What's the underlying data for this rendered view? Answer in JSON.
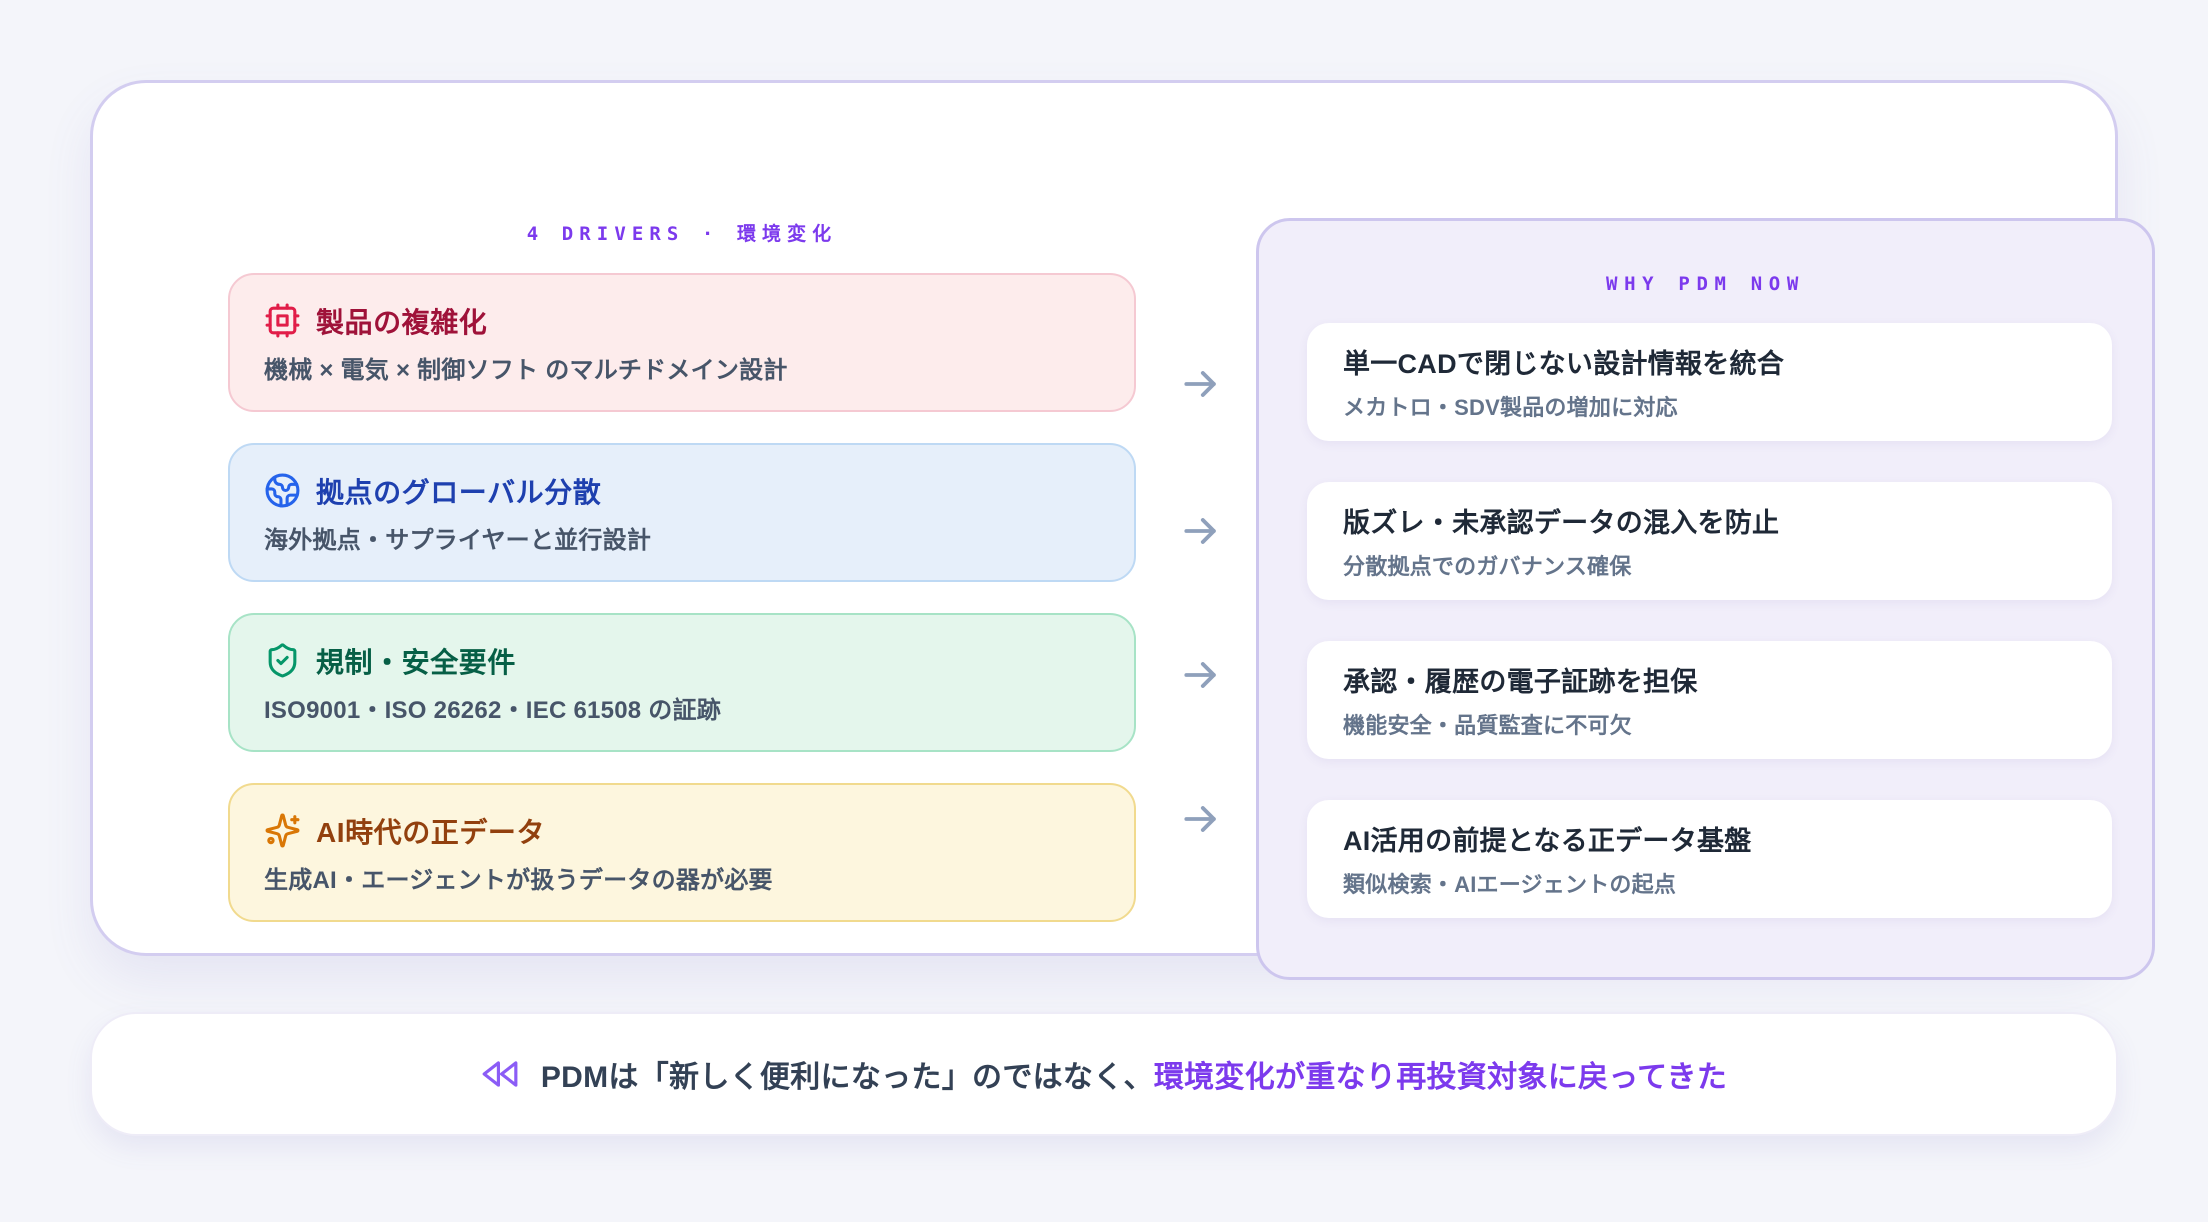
{
  "page": {
    "background": "#f4f5fa",
    "accent_purple": "#7c3aed",
    "arrow_color": "#8fa0bb"
  },
  "main_panel": {
    "drivers": {
      "label": "4 DRIVERS · 環境変化",
      "cards": [
        {
          "icon": "cpu-icon",
          "title": "製品の複雑化",
          "subtitle": "機械 × 電気 × 制御ソフト のマルチドメイン設計",
          "bg": "#fdecec",
          "border": "#f5c9d2",
          "title_color": "#9f1239",
          "icon_color": "#e11d48"
        },
        {
          "icon": "globe-icon",
          "title": "拠点のグローバル分散",
          "subtitle": "海外拠点・サプライヤーと並行設計",
          "bg": "#e6effa",
          "border": "#bed9f4",
          "title_color": "#1e40af",
          "icon_color": "#2563eb"
        },
        {
          "icon": "shield-check-icon",
          "title": "規制・安全要件",
          "subtitle": "ISO9001・ISO 26262・IEC 61508 の証跡",
          "bg": "#e4f6ec",
          "border": "#a7e3c6",
          "title_color": "#065f46",
          "icon_color": "#059669"
        },
        {
          "icon": "sparkles-icon",
          "title": "AI時代の正データ",
          "subtitle": "生成AI・エージェントが扱うデータの器が必要",
          "bg": "#fdf6de",
          "border": "#f1da8e",
          "title_color": "#92400e",
          "icon_color": "#d97706"
        }
      ]
    },
    "why": {
      "label": "WHY PDM NOW",
      "cards": [
        {
          "title": "単一CADで閉じない設計情報を統合",
          "subtitle": "メカトロ・SDV製品の増加に対応"
        },
        {
          "title": "版ズレ・未承認データの混入を防止",
          "subtitle": "分散拠点でのガバナンス確保"
        },
        {
          "title": "承認・履歴の電子証跡を担保",
          "subtitle": "機能安全・品質監査に不可欠"
        },
        {
          "title": "AI活用の前提となる正データ基盤",
          "subtitle": "類似検索・AIエージェントの起点"
        }
      ]
    }
  },
  "footer": {
    "icon": "rewind-icon",
    "text_plain": "PDMは「新しく便利になった」のではなく、",
    "text_highlight": "環境変化が重なり再投資対象に戻ってきた",
    "highlight_color": "#7c3aed"
  }
}
